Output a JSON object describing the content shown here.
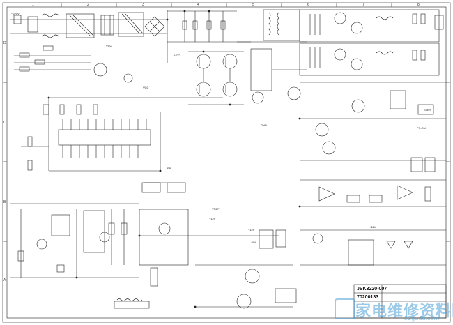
{
  "title_block": {
    "model": "JSK3220-007",
    "part_no": "70200133"
  },
  "border": {
    "columns": [
      "1",
      "2",
      "3",
      "4",
      "5",
      "6",
      "7",
      "8"
    ],
    "rows": [
      "D",
      "C",
      "B",
      "A"
    ]
  },
  "labels": {
    "vcc_a": "VCC",
    "vcc_b": "VCC",
    "vcc_c": "VCC",
    "v12_a": "+12V",
    "v12_b": "+12V",
    "v12_c": "+12V",
    "v5": "+5V",
    "stby": "STBY",
    "ps_on": "PS-ON",
    "gnd": "GND",
    "fb": "FB",
    "vref": "VREF",
    "input": "~220V"
  },
  "watermark": {
    "text": "家电维修资料网",
    "url": "52gudu.com",
    "logo_letter": "ⓘ",
    "color": "#4a9fd6"
  }
}
